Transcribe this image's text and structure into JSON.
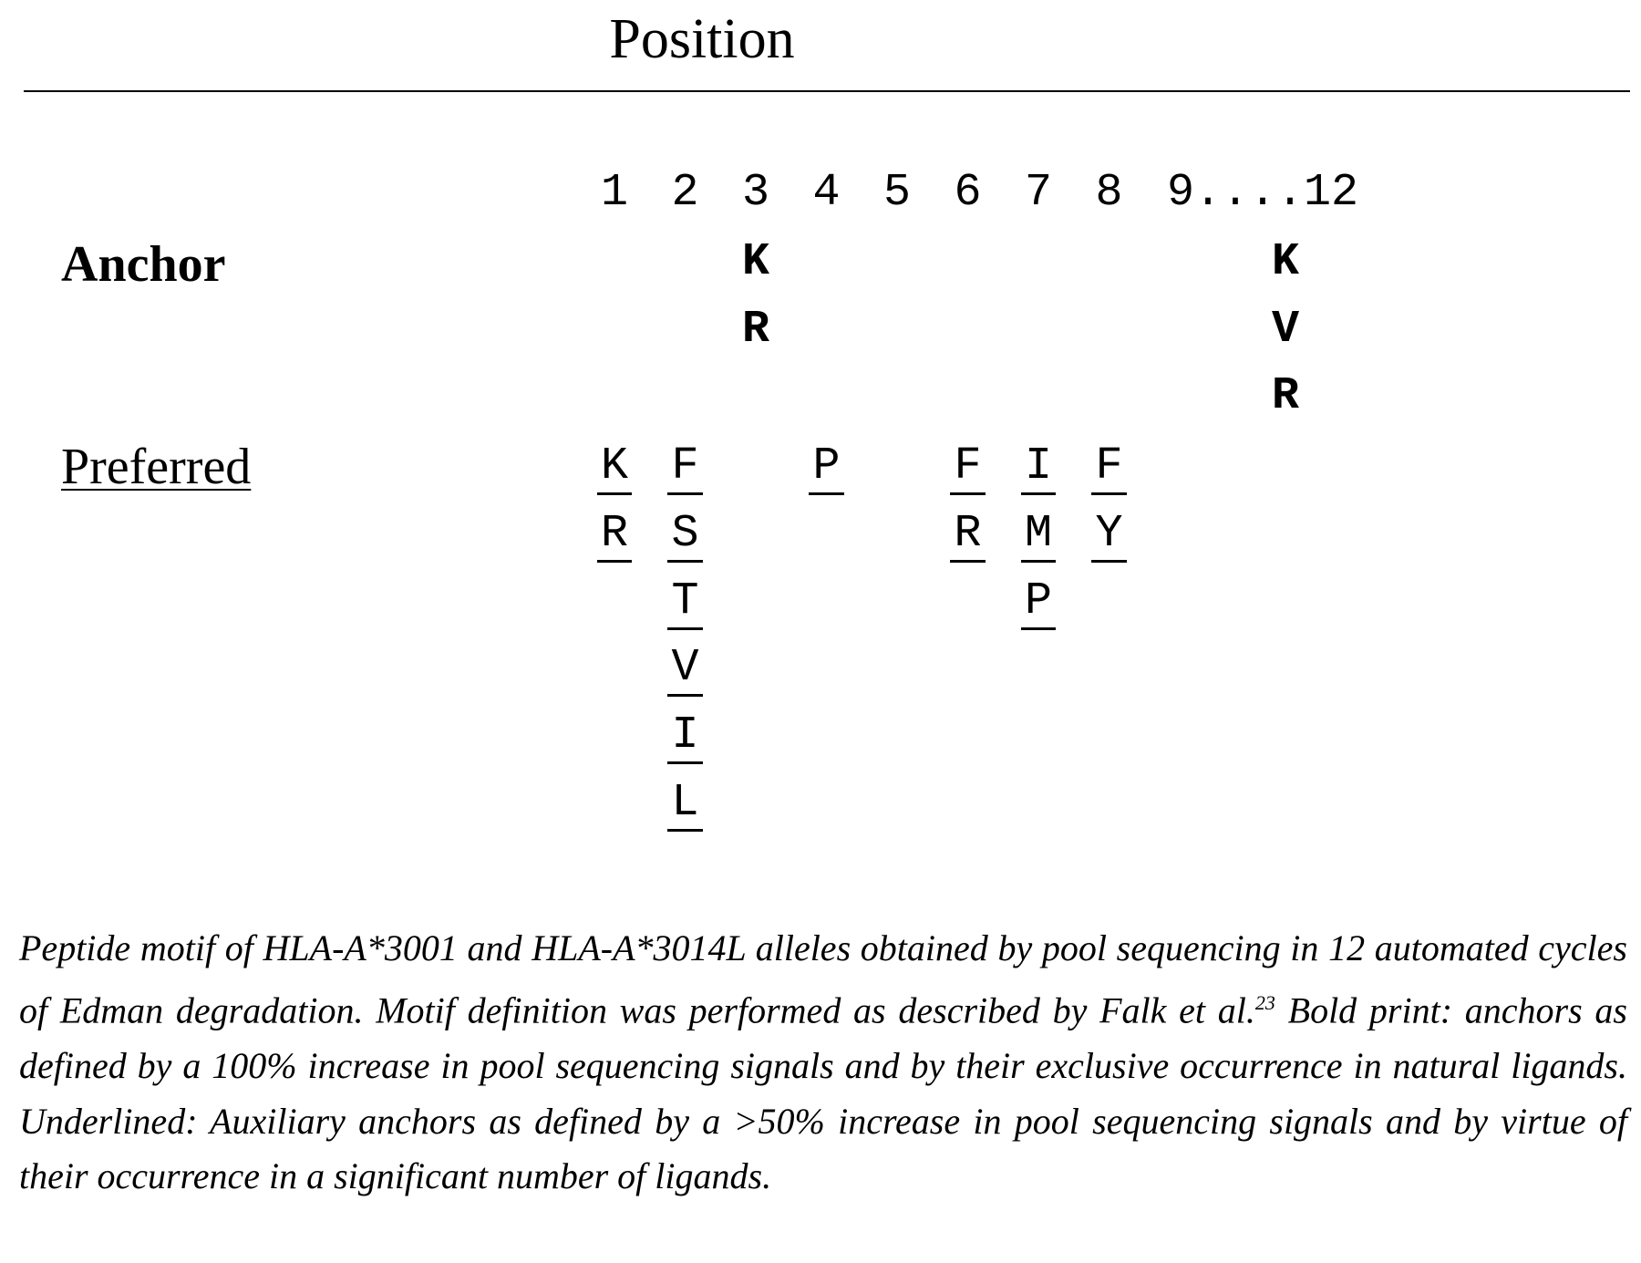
{
  "title": "Position",
  "positions": [
    "1",
    "2",
    "3",
    "4",
    "5",
    "6",
    "7",
    "8",
    "9....12"
  ],
  "row_labels": {
    "anchor": "Anchor",
    "preferred": "Preferred"
  },
  "anchor": [
    {
      "position": "3",
      "residues": [
        "K",
        "R"
      ]
    },
    {
      "position": "12",
      "residues": [
        "K",
        "V",
        "R"
      ]
    }
  ],
  "preferred": [
    {
      "position": "1",
      "residues": [
        "K",
        "R"
      ]
    },
    {
      "position": "2",
      "residues": [
        "F",
        "S",
        "T",
        "V",
        "I",
        "L"
      ]
    },
    {
      "position": "4",
      "residues": [
        "P"
      ]
    },
    {
      "position": "6",
      "residues": [
        "F",
        "R"
      ]
    },
    {
      "position": "7",
      "residues": [
        "I",
        "M",
        "P"
      ]
    },
    {
      "position": "8",
      "residues": [
        "F",
        "Y"
      ]
    }
  ],
  "caption": {
    "text1": "Peptide motif of HLA-A*3001 and HLA-A*3014L alleles obtained by pool sequencing in 12 automated cycles of Edman degradation. Motif definition was performed as described by Falk et al.",
    "ref": "23",
    "text2": " Bold print: anchors as defined by a 100% increase in pool sequencing signals and by their exclusive occurrence in natural ligands. Underlined: Auxiliary anchors as defined by a >50% increase in pool sequencing signals and by virtue of their occurrence in a significant number of ligands."
  }
}
